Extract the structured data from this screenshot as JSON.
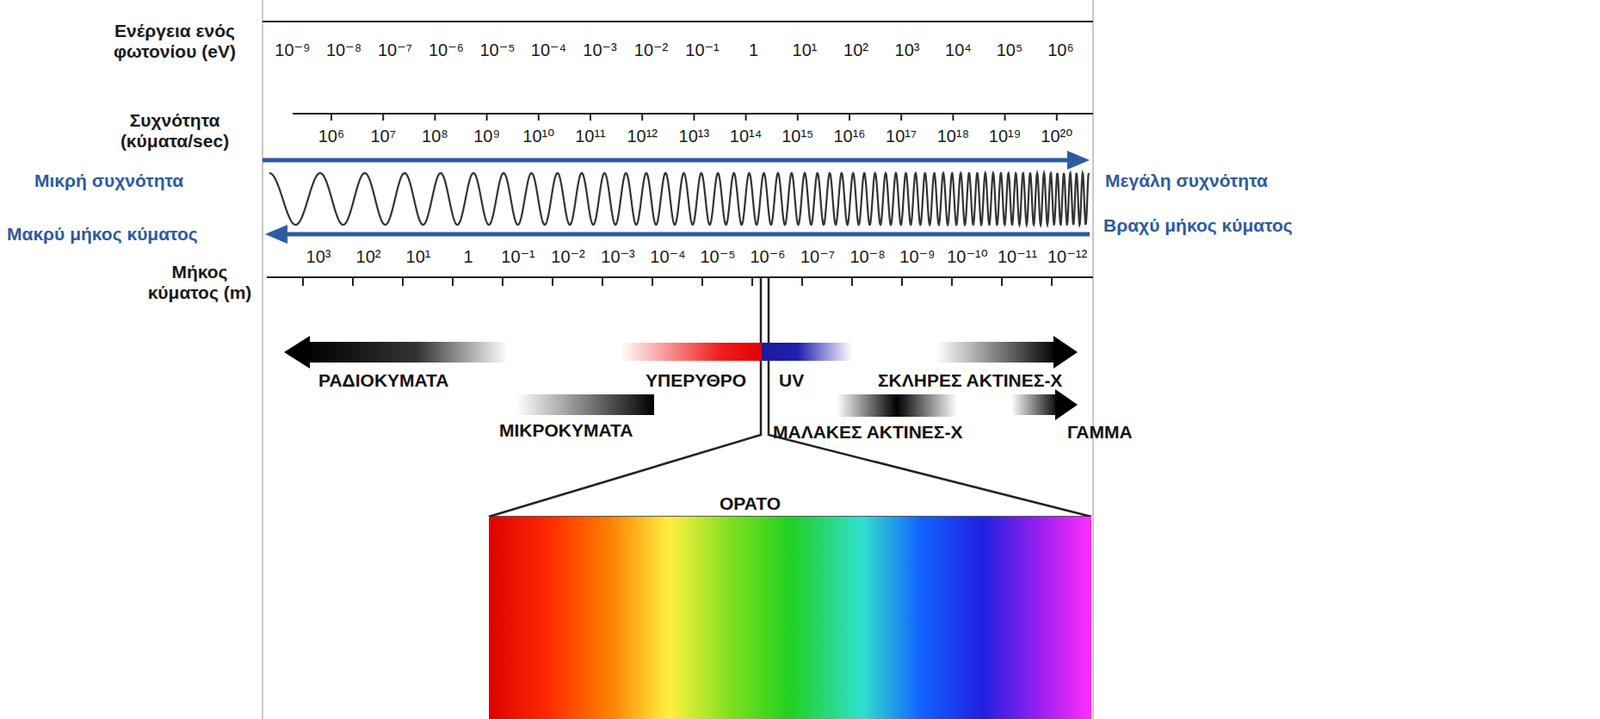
{
  "diagram": {
    "labels": [
      "Ενέργεια ενός φωτονίου (eV)",
      "10⁻⁹",
      "10⁻⁸",
      "10⁻⁷",
      "10⁻⁶",
      "10⁻⁵",
      "10⁻⁴",
      "10⁻³",
      "10⁻²",
      "10⁻¹",
      "1",
      "10¹",
      "10²",
      "10³",
      "10⁴",
      "10⁵",
      "10⁶",
      "Συχνότητα (κύματα/sec)",
      "10⁶",
      "10⁷",
      "10⁸",
      "10⁹",
      "10¹⁰",
      "10¹¹",
      "10¹²",
      "10¹³",
      "10¹⁴",
      "10¹⁵",
      "10¹⁶",
      "10¹⁷",
      "10¹⁸",
      "10¹⁹",
      "10²⁰",
      "Μικρή συχνότητα",
      "Μεγάλη συχνότητα",
      "Μακρύ μήκος κύματος",
      "Βραχύ μήκος κύματος",
      "Μήκος κύματος (m)",
      "10³",
      "10²",
      "10¹",
      "1",
      "10⁻¹",
      "10⁻²",
      "10⁻³",
      "10⁻⁴",
      "10⁻⁵",
      "10⁻⁶",
      "10⁻⁷",
      "10⁻⁸",
      "10⁻⁹",
      "10⁻¹⁰",
      "10⁻¹¹",
      "10⁻¹²",
      "ΡΑΔΙΟΚΥΜΑΤΑ",
      "ΥΠΕΡΥΘΡΟ",
      "UV",
      "ΣΚΛΗΡΕΣ ΑΚΤΙΝΕΣ-Χ",
      "ΜΙΚΡΟΚΥΜΑΤΑ",
      "ΜΑΛΑΚΕΣ ΑΚΤΙΝΕΣ-Χ",
      "ΓΑΜΜΑ",
      "ΟΡΑΤΟ"
    ]
  }
}
